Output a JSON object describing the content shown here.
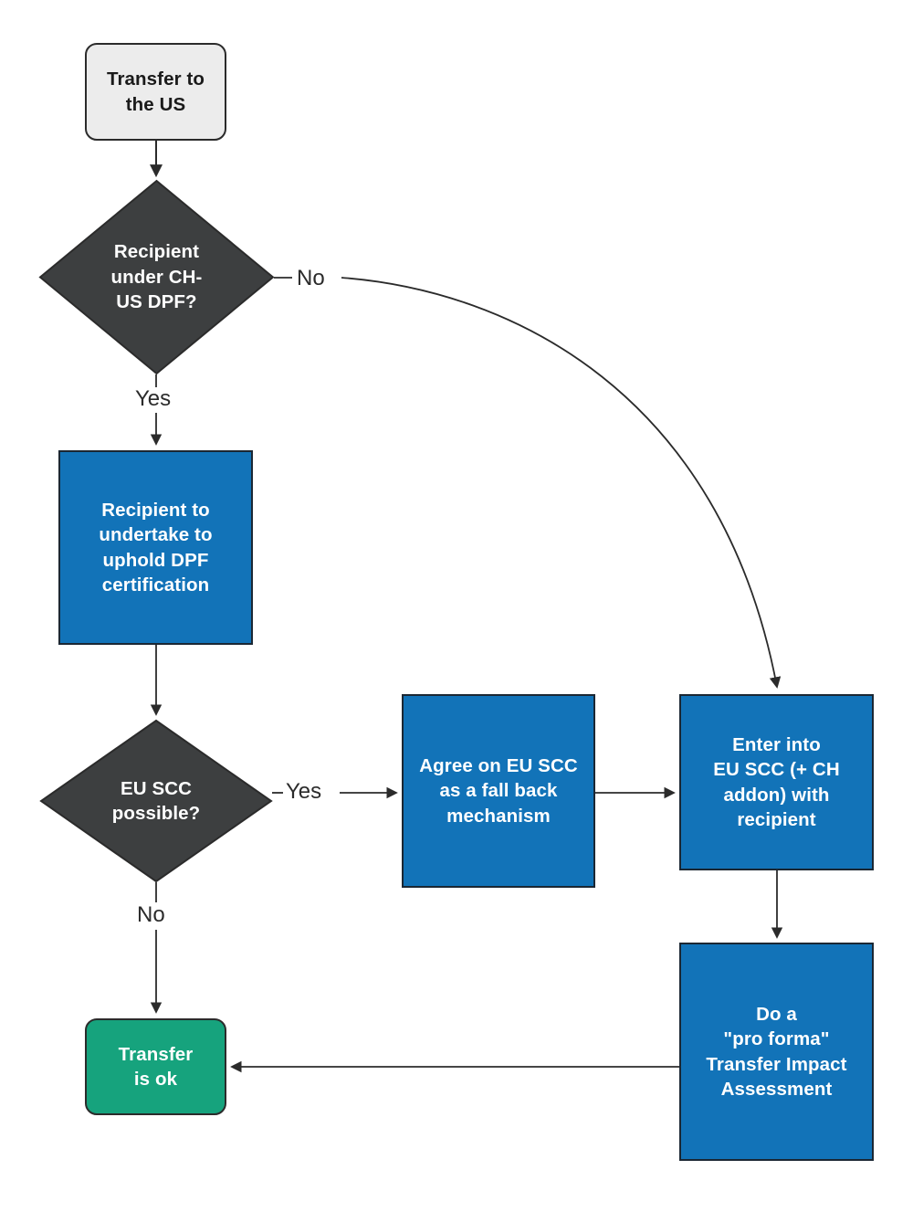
{
  "diagram": {
    "title": "Transfer to the US decision flowchart",
    "type": "flowchart",
    "colors": {
      "background": "#ffffff",
      "terminator_start_fill": "#ececec",
      "terminator_end_fill": "#16a37d",
      "decision_fill": "#3d3f40",
      "process_fill": "#1273b8",
      "stroke": "#2b2b2b",
      "node_text_light": "#ffffff",
      "node_text_dark": "#1a1a1a",
      "edge_label_text": "#2b2b2b"
    },
    "nodes": {
      "start": {
        "label": "Transfer to\nthe US",
        "shape": "rounded-terminator"
      },
      "decision_dpf": {
        "label": "Recipient\nunder CH-\nUS DPF?",
        "shape": "diamond"
      },
      "process_dpf_undertaking": {
        "label": "Recipient to\nundertake to\nuphold DPF\ncertification",
        "shape": "rectangle"
      },
      "decision_scc": {
        "label": "EU SCC\npossible?",
        "shape": "diamond"
      },
      "process_scc_fallback": {
        "label": "Agree on EU SCC\nas a fall back\nmechanism",
        "shape": "rectangle"
      },
      "process_enter_scc": {
        "label": "Enter into\nEU SCC (+ CH\naddon) with\nrecipient",
        "shape": "rectangle"
      },
      "process_tia": {
        "label": "Do a\n\"pro forma\"\nTransfer Impact\nAssessment",
        "shape": "rectangle"
      },
      "end": {
        "label": "Transfer\nis ok",
        "shape": "rounded-terminator"
      }
    },
    "edges": [
      {
        "from": "start",
        "to": "decision_dpf",
        "label": ""
      },
      {
        "from": "decision_dpf",
        "to": "process_enter_scc",
        "label": "No"
      },
      {
        "from": "decision_dpf",
        "to": "process_dpf_undertaking",
        "label": "Yes"
      },
      {
        "from": "process_dpf_undertaking",
        "to": "decision_scc",
        "label": ""
      },
      {
        "from": "decision_scc",
        "to": "process_scc_fallback",
        "label": "Yes"
      },
      {
        "from": "decision_scc",
        "to": "end",
        "label": "No"
      },
      {
        "from": "process_scc_fallback",
        "to": "process_enter_scc",
        "label": ""
      },
      {
        "from": "process_enter_scc",
        "to": "process_tia",
        "label": ""
      },
      {
        "from": "process_tia",
        "to": "end",
        "label": ""
      }
    ],
    "edge_labels": {
      "no_dpf": "No",
      "yes_dpf": "Yes",
      "yes_scc": "Yes",
      "no_scc": "No"
    }
  }
}
